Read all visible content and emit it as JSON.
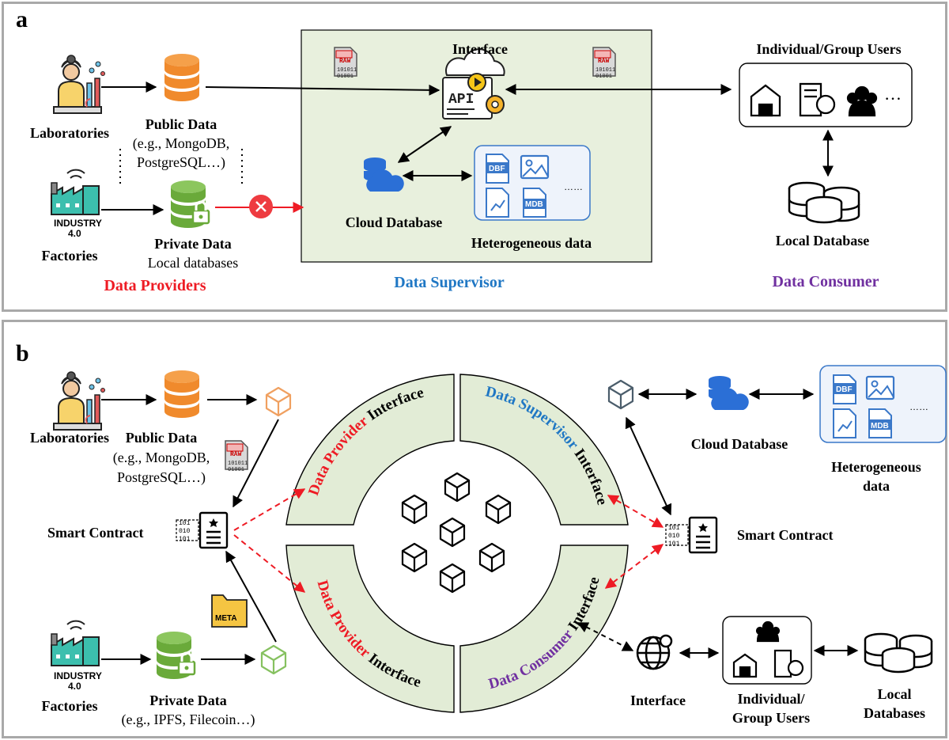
{
  "panel_a": {
    "letter": "a",
    "laboratories": "Laboratories",
    "factories": "Factories",
    "industry_line1": "INDUSTRY",
    "industry_line2": "4.0",
    "public_data": "Public Data",
    "public_data_examples_1": "(e.g., MongoDB,",
    "public_data_examples_2": "PostgreSQL…)",
    "private_data": "Private Data",
    "private_data_sub": "Local databases",
    "interface": "Interface",
    "api": "API",
    "raw_tag": "RAW",
    "raw_bits_1": "101011",
    "raw_bits_2": "01001",
    "cloud_database": "Cloud Database",
    "heterogeneous_data": "Heterogeneous data",
    "dbf": "DBF",
    "mdb": "MDB",
    "ellipsis": "……",
    "individual_group_users": "Individual/Group Users",
    "users_ellipsis": "…",
    "local_database": "Local Database",
    "data_providers": "Data Providers",
    "data_supervisor": "Data Supervisor",
    "data_consumer": "Data Consumer"
  },
  "panel_b": {
    "letter": "b",
    "laboratories": "Laboratories",
    "factories": "Factories",
    "industry_line1": "INDUSTRY",
    "industry_line2": "4.0",
    "public_data": "Public Data",
    "public_data_examples_1": "(e.g., MongoDB,",
    "public_data_examples_2": "PostgreSQL…)",
    "private_data": "Private Data",
    "private_data_examples": "(e.g., IPFS, Filecoin…)",
    "smart_contract_left": "Smart Contract",
    "smart_contract_right": "Smart Contract",
    "meta": "META",
    "raw_tag": "RAW",
    "contract_bits_1": "101",
    "contract_bits_2": "010",
    "contract_bits_3": "101",
    "cloud_database": "Cloud Database",
    "heterogeneous_data_1": "Heterogeneous",
    "heterogeneous_data_2": "data",
    "dbf": "DBF",
    "mdb": "MDB",
    "ellipsis": "……",
    "interface": "Interface",
    "individual_group_users_1": "Individual/",
    "individual_group_users_2": "Group Users",
    "local_databases_1": "Local",
    "local_databases_2": "Databases",
    "ring": {
      "top_left_colored": "Data Provider",
      "top_left_plain": " Interface",
      "top_right_colored": "Data Supervisor",
      "top_right_plain": " Interface",
      "bottom_left_colored": "Data Provider",
      "bottom_left_plain": " Interface",
      "bottom_right_colored": "Data Consumer",
      "bottom_right_plain": " Interface"
    }
  },
  "colors": {
    "panel_border": "#a9a9a9",
    "supervisor_fill": "#e8f0dd",
    "ring_fill": "#e2ecd6",
    "provider_red": "#ee1b24",
    "supervisor_blue": "#1f77c4",
    "consumer_purple": "#7030a0",
    "orange_db": "#f08a2c",
    "green_db": "#6aaa3a",
    "cloud_blue": "#2b6fd6"
  }
}
